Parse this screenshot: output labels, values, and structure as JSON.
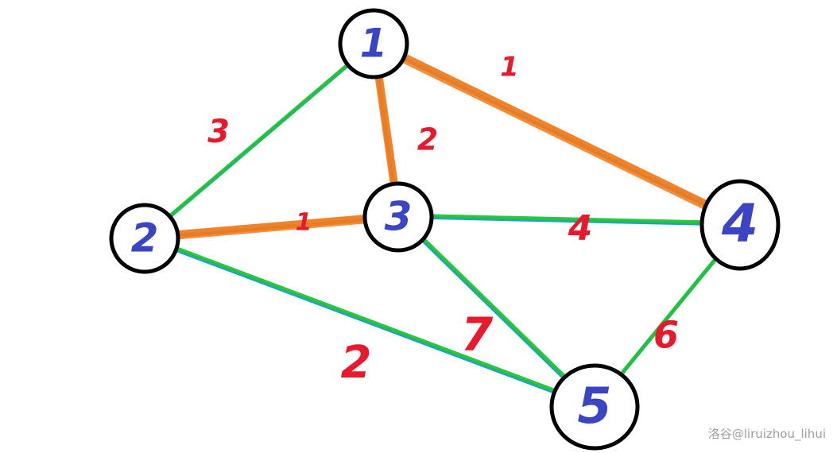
{
  "colors": {
    "edge_base": "#1e9be8",
    "edge_green": "#22c23a",
    "edge_orange": "#f07c1e",
    "node_stroke": "#000000",
    "node_label": "#3b45c4",
    "weight_label": "#e8192c"
  },
  "nodes": [
    {
      "id": "1",
      "label": "1"
    },
    {
      "id": "2",
      "label": "2"
    },
    {
      "id": "3",
      "label": "3"
    },
    {
      "id": "4",
      "label": "4"
    },
    {
      "id": "5",
      "label": "5"
    }
  ],
  "edges": [
    {
      "from": "1",
      "to": "2",
      "weight": "3",
      "highlight": "green"
    },
    {
      "from": "1",
      "to": "3",
      "weight": "2",
      "highlight": "orange"
    },
    {
      "from": "1",
      "to": "4",
      "weight": "1",
      "highlight": "orange"
    },
    {
      "from": "2",
      "to": "3",
      "weight": "1",
      "highlight": "orange"
    },
    {
      "from": "3",
      "to": "4",
      "weight": "4",
      "highlight": "green"
    },
    {
      "from": "3",
      "to": "5",
      "weight": "7",
      "highlight": "green"
    },
    {
      "from": "2",
      "to": "5",
      "weight": "2",
      "highlight": "green"
    },
    {
      "from": "4",
      "to": "5",
      "weight": "6",
      "highlight": "green"
    }
  ],
  "watermark": "洛谷@liruizhou_lihui"
}
